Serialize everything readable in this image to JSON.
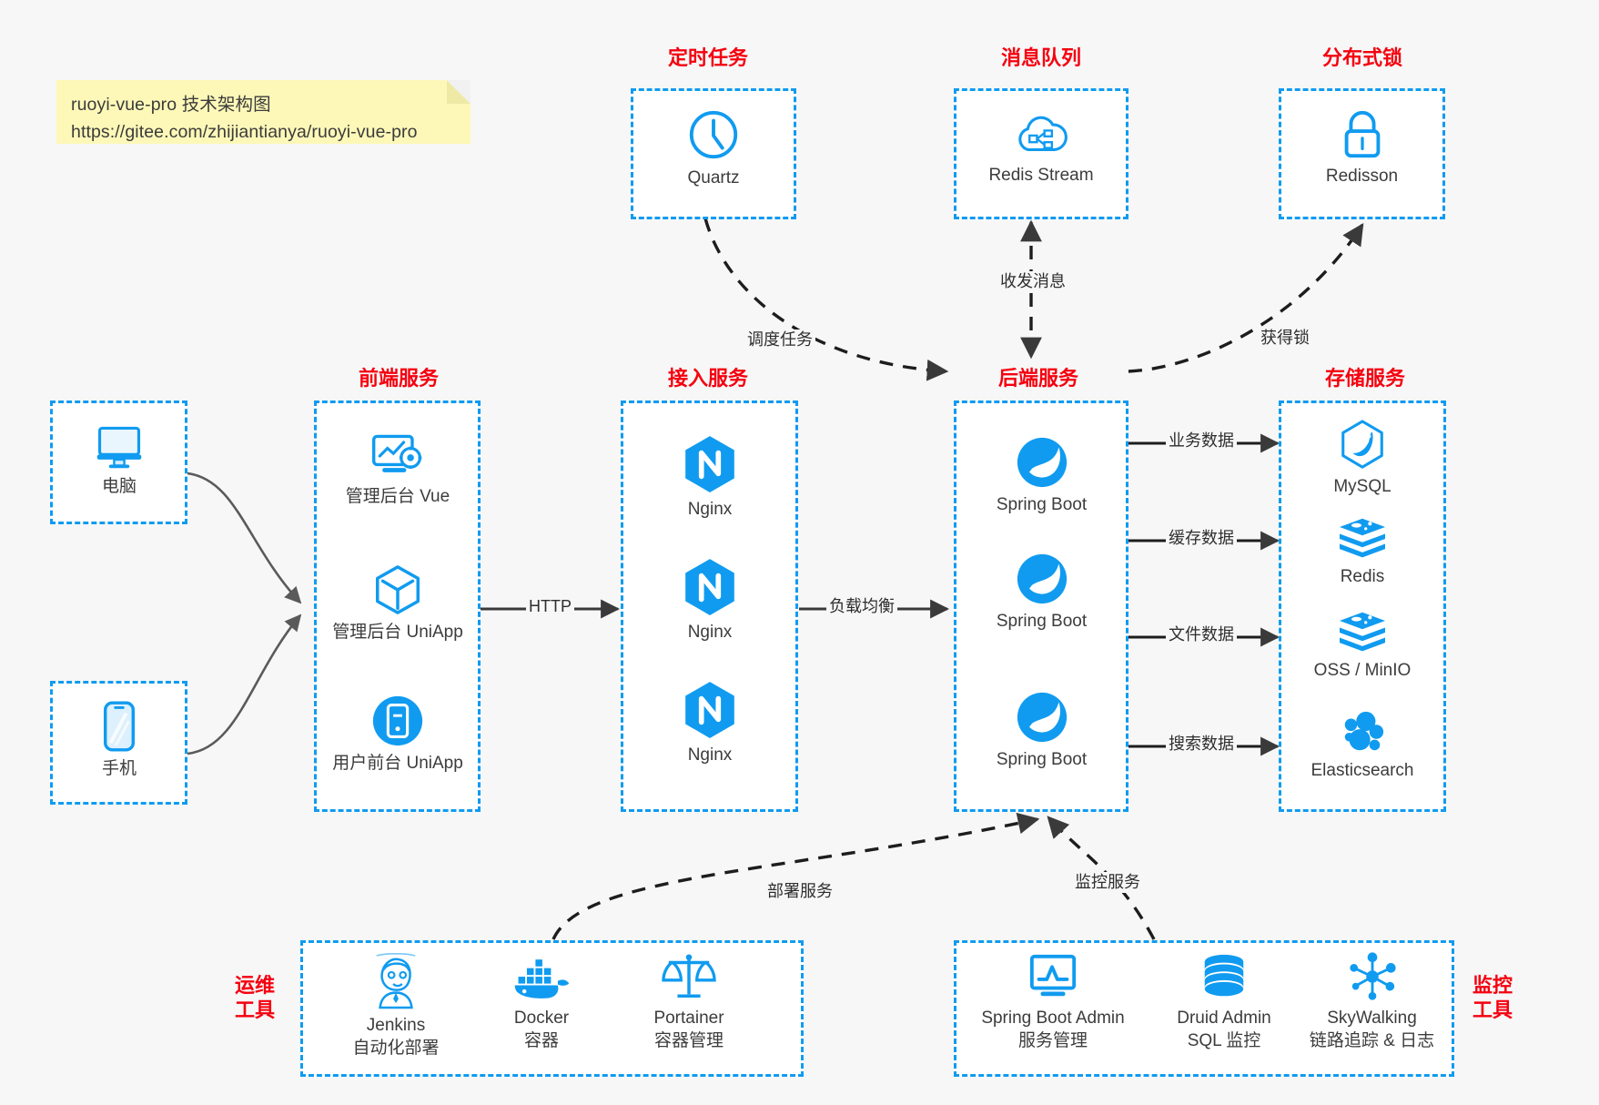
{
  "note": {
    "line1": "ruoyi-vue-pro 技术架构图",
    "line2": "https://gitee.com/zhijiantianya/ruoyi-vue-pro"
  },
  "colors": {
    "accent_blue": "#109bf0",
    "group_label_red": "#f5000f",
    "node_text": "#3c3c3c",
    "canvas_bg": "#f7f7f7",
    "box_bg": "#ffffff",
    "note_bg": "#fdf8b8",
    "arrow_dark": "#3a3a3a"
  },
  "groups": {
    "scheduler": {
      "label": "定时任务",
      "nodes": [
        {
          "name": "Quartz",
          "icon": "clock-icon"
        }
      ]
    },
    "mq": {
      "label": "消息队列",
      "nodes": [
        {
          "name": "Redis Stream",
          "icon": "cloud-network-icon"
        }
      ]
    },
    "lock": {
      "label": "分布式锁",
      "nodes": [
        {
          "name": "Redisson",
          "icon": "padlock-icon"
        }
      ]
    },
    "clients": {
      "nodes": [
        {
          "name": "电脑",
          "icon": "desktop-monitor-icon"
        },
        {
          "name": "手机",
          "icon": "mobile-phone-icon"
        }
      ]
    },
    "frontend": {
      "label": "前端服务",
      "nodes": [
        {
          "name": "管理后台 Vue",
          "icon": "dashboard-gear-icon"
        },
        {
          "name": "管理后台 UniApp",
          "icon": "cube-icon"
        },
        {
          "name": "用户前台 UniApp",
          "icon": "app-circle-icon"
        }
      ]
    },
    "gateway": {
      "label": "接入服务",
      "nodes": [
        {
          "name": "Nginx",
          "icon": "nginx-icon"
        },
        {
          "name": "Nginx",
          "icon": "nginx-icon"
        },
        {
          "name": "Nginx",
          "icon": "nginx-icon"
        }
      ]
    },
    "backend": {
      "label": "后端服务",
      "nodes": [
        {
          "name": "Spring Boot",
          "icon": "spring-leaf-icon"
        },
        {
          "name": "Spring Boot",
          "icon": "spring-leaf-icon"
        },
        {
          "name": "Spring Boot",
          "icon": "spring-leaf-icon"
        }
      ]
    },
    "storage": {
      "label": "存储服务",
      "nodes": [
        {
          "name": "MySQL",
          "icon": "mysql-dolphin-icon"
        },
        {
          "name": "Redis",
          "icon": "redis-stack-icon"
        },
        {
          "name": "OSS / MinIO",
          "icon": "redis-stack-icon"
        },
        {
          "name": "Elasticsearch",
          "icon": "elasticsearch-icon"
        }
      ]
    },
    "devops": {
      "label_line1": "运维",
      "label_line2": "工具",
      "nodes": [
        {
          "name": "Jenkins",
          "desc": "自动化部署",
          "icon": "jenkins-butler-icon"
        },
        {
          "name": "Docker",
          "desc": "容器",
          "icon": "docker-whale-icon"
        },
        {
          "name": "Portainer",
          "desc": "容器管理",
          "icon": "scales-balance-icon"
        }
      ]
    },
    "monitor": {
      "label_line1": "监控",
      "label_line2": "工具",
      "nodes": [
        {
          "name": "Spring Boot Admin",
          "desc": "服务管理",
          "icon": "monitor-chart-icon"
        },
        {
          "name": "Druid Admin",
          "desc": "SQL 监控",
          "icon": "database-cylinder-icon"
        },
        {
          "name": "SkyWalking",
          "desc": "链路追踪 & 日志",
          "icon": "skywalking-node-icon"
        }
      ]
    }
  },
  "edges": {
    "http": "HTTP",
    "load_balance": "负载均衡",
    "schedule_task": "调度任务",
    "mq_messages": "收发消息",
    "acquire_lock": "获得锁",
    "business_data": "业务数据",
    "cache_data": "缓存数据",
    "file_data": "文件数据",
    "search_data": "搜索数据",
    "deploy_service": "部署服务",
    "monitor_service": "监控服务"
  }
}
